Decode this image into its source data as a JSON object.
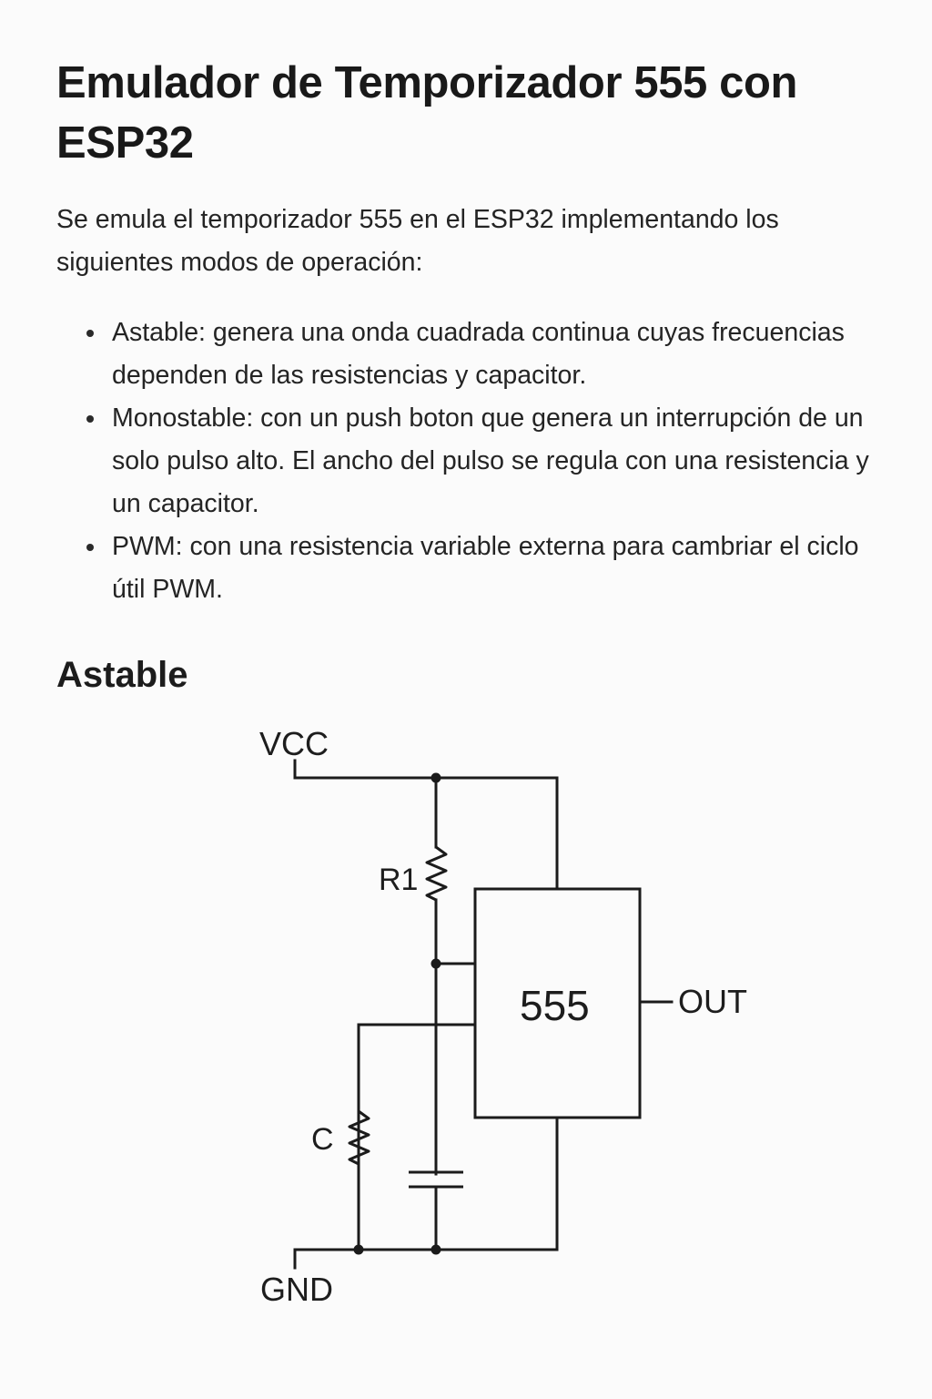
{
  "document": {
    "title": "Emulador de Temporizador 555 con ESP32",
    "intro": "Se emula el temporizador 555 en el ESP32 implementando los siguientes modos de operación:",
    "modes": [
      {
        "text": "Astable: genera una onda cuadrada continua cuyas frecuencias dependen de las resistencias y capacitor."
      },
      {
        "text": "Monostable: con un push boton que genera un interrupción de un solo pulso alto. El ancho del pulso se regula con una resistencia y un capacitor."
      },
      {
        "text": "PWM: con una resistencia variable externa para cambriar el ciclo útil PWM."
      }
    ],
    "section_title": "Astable"
  },
  "schematic": {
    "vcc_label": "VCC",
    "gnd_label": "GND",
    "resistor_label": "R1",
    "c_label": "C",
    "chip_label": "555",
    "output_label": "OUT"
  }
}
